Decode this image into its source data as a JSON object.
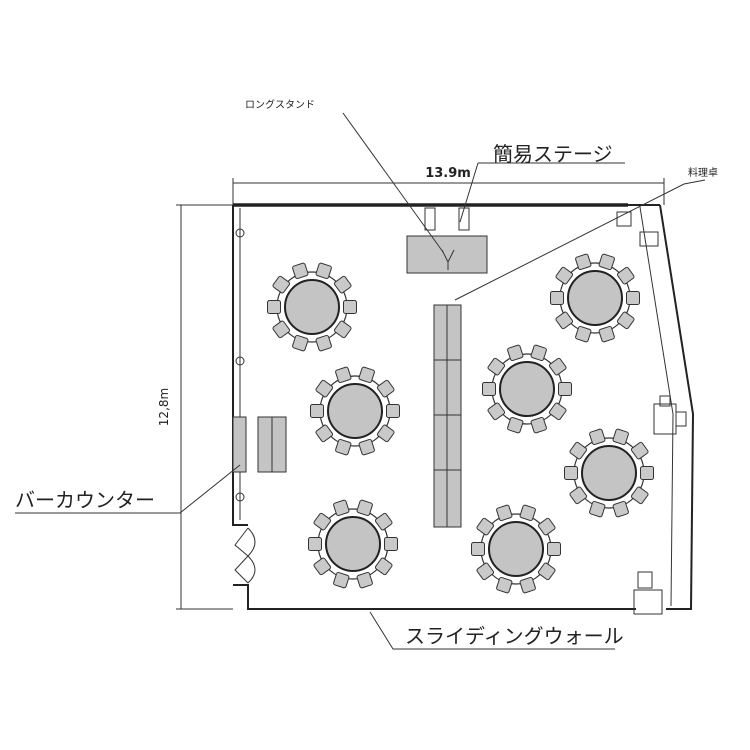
{
  "labels": {
    "long_stand": "ロングスタンド",
    "simple_stage": "簡易ステージ",
    "cooking_table": "料理卓",
    "bar_counter": "バーカウンター",
    "sliding_wall": "スライディングウォール",
    "width": "13.9m",
    "height": "12,8m"
  },
  "round_tables": [
    {
      "id": "t1",
      "seats": 10
    },
    {
      "id": "t2",
      "seats": 10
    },
    {
      "id": "t3",
      "seats": 10
    },
    {
      "id": "t4",
      "seats": 10
    },
    {
      "id": "t5",
      "seats": 10
    },
    {
      "id": "t6",
      "seats": 10
    },
    {
      "id": "t7",
      "seats": 10
    }
  ]
}
